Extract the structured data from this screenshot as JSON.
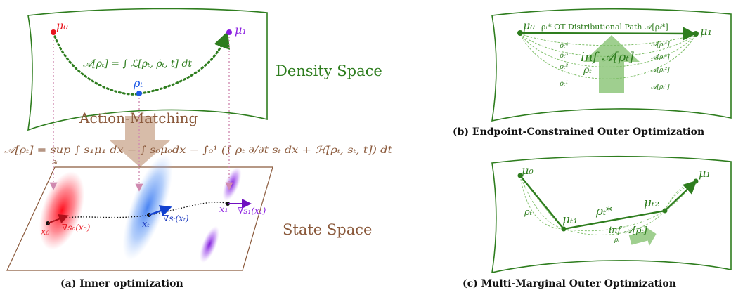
{
  "colors": {
    "green": "#2e7d1e",
    "green_light": "#7fbf6a",
    "brown": "#8b5a3c",
    "red": "#e8141e",
    "blue": "#1e5ae6",
    "purple": "#8a1ee0",
    "pink_dots": "#d08ab0"
  },
  "panel_a": {
    "caption": "(a) Inner optimization",
    "density_space_label": "Density Space",
    "state_space_label": "State Space",
    "action_matching_label": "Action-Matching",
    "mu0": "μ₀",
    "mu1": "μ₁",
    "rho_t": "ρₜ",
    "action_formula": "𝒜[ρₜ] = ∫ ℒ[ρₜ, ρ̇ₜ, t] dt",
    "inner_formula": "𝒜[ρₜ] = sup ∫ s₁μ₁ dx − ∫ s₀μ₀dx − ∫₀¹ (∫ ρₜ ∂/∂t sₜ dx + ℋ[ρₜ, sₜ, t]) dt",
    "sup_sub": "sₜ",
    "x0": "x₀",
    "xt": "xₜ",
    "x1": "x₁",
    "grad_s0": "∇s₀(x₀)",
    "grad_st": "∇sₜ(xₜ)",
    "grad_s1": "∇s₁(x₁)",
    "icon": "sheet-icon"
  },
  "panel_b": {
    "caption": "(b) Endpoint-Constrained Outer Optimization",
    "mu0": "μ₀",
    "mu1": "μ₁",
    "path_label": "ρₜ* OT Distributional Path 𝒜[ρₜ*]",
    "inf_label": "inf 𝒜[ρₜ]",
    "rho_t": "ρₜ",
    "rho_labels": [
      "ρₜ⁴",
      "ρₜ³",
      "ρₜ²",
      "ρₜ¹"
    ],
    "action_labels": [
      "𝒜[ρₜ⁴]",
      "𝒜[ρₜ³]",
      "𝒜[ρₜ²]",
      "𝒜[ρₜ¹]"
    ]
  },
  "panel_c": {
    "caption": "(c) Multi-Marginal Outer Optimization",
    "mu0": "μ₀",
    "mu1": "μ₁",
    "mu_t1": "μₜ₁",
    "mu_t2": "μₜ₂",
    "rho_t_star": "ρₜ*",
    "rho_t_left": "ρₜ",
    "rho_t_bottom": "ρₜ",
    "inf_label": "inf 𝒜[ρₜ]"
  }
}
